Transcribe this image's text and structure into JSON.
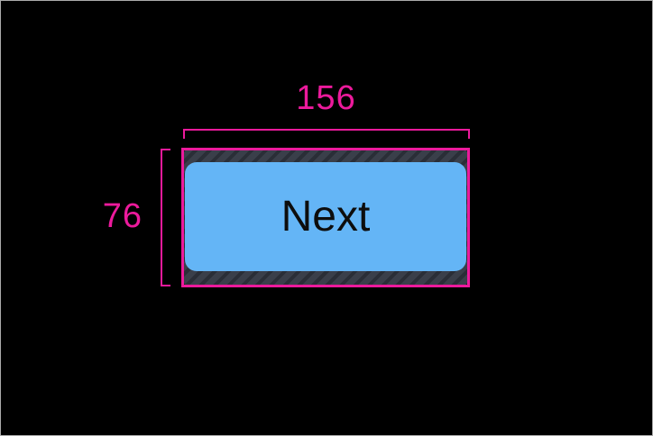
{
  "screen": {
    "background_color": "#000000",
    "frame_border_color": "#ababab"
  },
  "inspector": {
    "accent_color": "#ec1a9c",
    "width_label": "156",
    "height_label": "76",
    "padding_overlay": {
      "base_color": "#3a3f4a",
      "stripe_color": "#2a2e37",
      "stripe_direction": "diagonal-forward-slash"
    }
  },
  "button": {
    "label": "Next",
    "fill_color": "#64b5f6",
    "text_color": "#0d0d0d"
  }
}
